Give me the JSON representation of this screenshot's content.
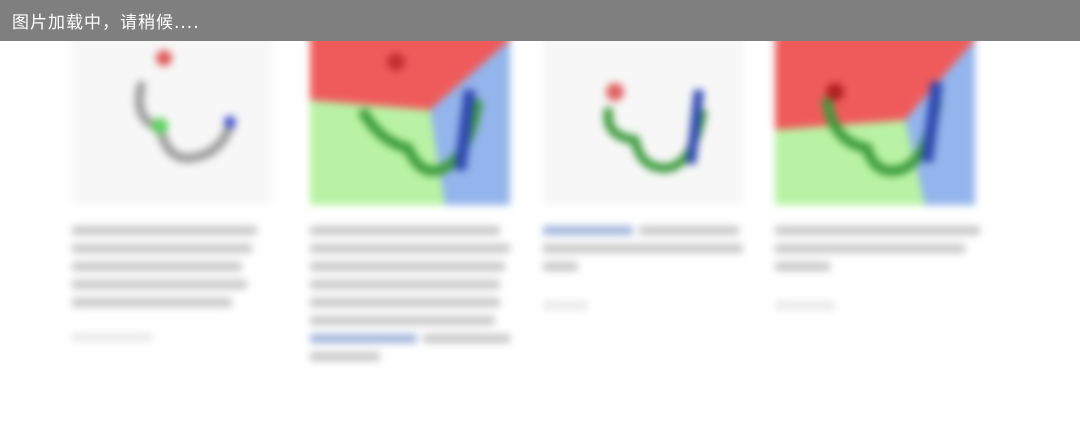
{
  "loading": {
    "message": "图片加载中，请稍候...."
  },
  "colors": {
    "banner": "#7f7f7f",
    "region_red": "#ef5b5b",
    "region_green": "#b9f2a4",
    "region_blue": "#93b4ec",
    "molecule_gray": "#9a9a9a",
    "molecule_green": "#3a9a3a",
    "molecule_blue": "#3048b0"
  },
  "cards": [
    {
      "name": "card-1",
      "thumbnail": "molecule-gray"
    },
    {
      "name": "card-2",
      "thumbnail": "molecule-regions"
    },
    {
      "name": "card-3",
      "thumbnail": "molecule-green"
    },
    {
      "name": "card-4",
      "thumbnail": "molecule-regions-alt"
    }
  ]
}
